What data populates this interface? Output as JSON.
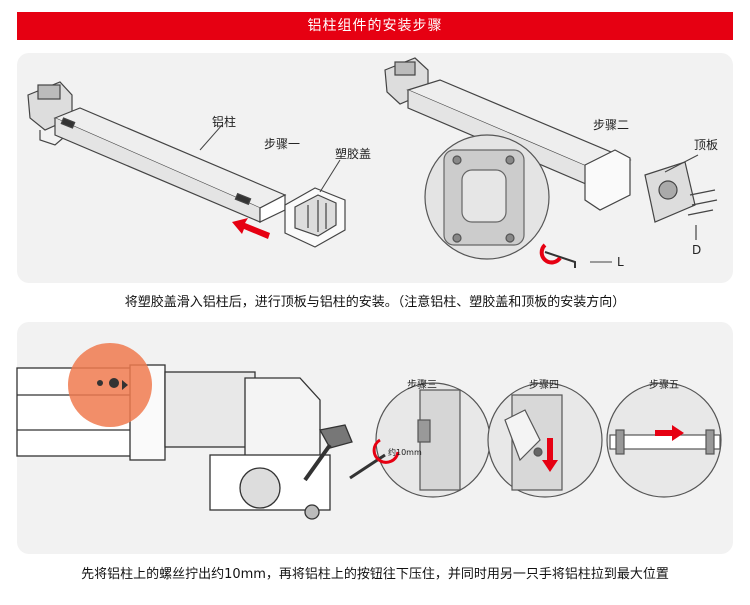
{
  "header": {
    "title": "铝柱组件的安装步骤"
  },
  "panel1": {
    "labels": {
      "aluminum_pillar": "铝柱",
      "step1": "步骤一",
      "plastic_cap": "塑胶盖",
      "step2": "步骤二",
      "top_plate": "顶板",
      "callout_l": "L",
      "callout_d": "D"
    },
    "caption": "将塑胶盖滑入铝柱后，进行顶板与铝柱的安装。（注意铝柱、塑胶盖和顶板的安装方向）"
  },
  "panel2": {
    "labels": {
      "step3": "步骤三",
      "step4": "步骤四",
      "step5": "步骤五",
      "measure": "约10mm"
    },
    "caption": "先将铝柱上的螺丝拧出约10mm，再将铝柱上的按钮往下压住，并同时用另一只手将铝柱拉到最大位置"
  },
  "colors": {
    "accent": "#e60012",
    "highlight": "#f07a4f",
    "panel_bg": "#f2f2f2"
  }
}
